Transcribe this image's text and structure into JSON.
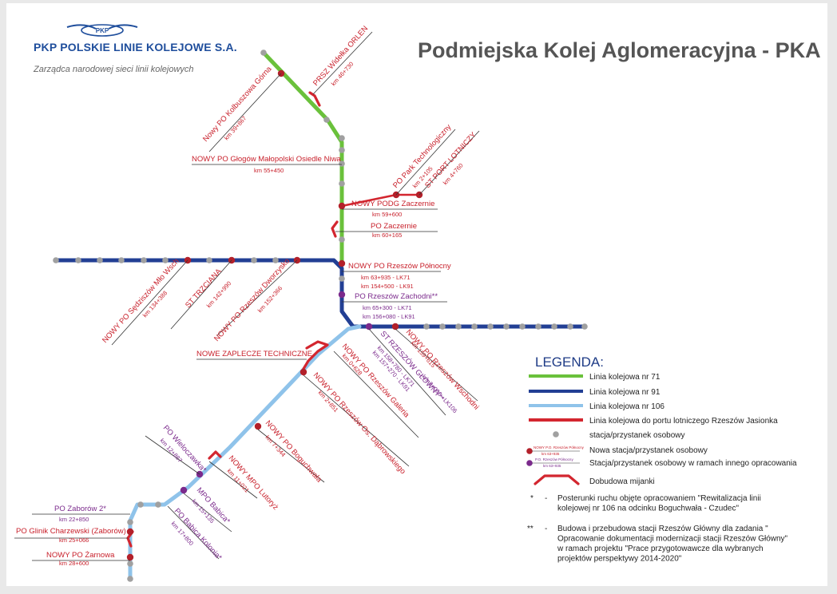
{
  "header": {
    "company": "PKP POLSKIE LINIE KOLEJOWE S.A.",
    "subtitle": "Zarządca narodowej sieci linii kolejowych",
    "logo_text": "PKP",
    "map_title": "Podmiejska Kolej Aglomeracyjna - PKA"
  },
  "colors": {
    "line71": "#6ac13b",
    "line91": "#223f94",
    "line106": "#8fc3ea",
    "airport": "#d3262f",
    "station_gray": "#a0a0a0",
    "station_new": "#b3202a",
    "station_other": "#7b2a8c",
    "label_red": "#c8202b",
    "label_purple": "#7b2a8c",
    "leader": "#333333"
  },
  "labels": [
    {
      "id": "kolbuszowa",
      "name": "Nowy PO Kolbuszowa Górna",
      "km": "km 39+867",
      "color": "red"
    },
    {
      "id": "widelka",
      "name": "PRSZ Widełka ORLEN",
      "km": "km 46+730",
      "color": "red"
    },
    {
      "id": "glogow",
      "name": "NOWY PO Głogów Małopolski Osiedle Niwa",
      "km": "km 55+450",
      "color": "red"
    },
    {
      "id": "park",
      "name": "PO Park Technologiczny",
      "km": "km 2+105",
      "color": "red"
    },
    {
      "id": "port",
      "name": "ST PORT LOTNICZY",
      "km": "km 4+760",
      "color": "red"
    },
    {
      "id": "podg",
      "name": "NOWY PODG Zaczernie",
      "km": "km 59+600",
      "color": "red"
    },
    {
      "id": "zaczernie",
      "name": "PO Zaczernie",
      "km": "km 60+165",
      "color": "red"
    },
    {
      "id": "polnocny",
      "name": "NOWY PO Rzeszów Północny",
      "km": "km 63+935 - LK71",
      "km2": "km 154+500 - LK91",
      "color": "red"
    },
    {
      "id": "zachodni",
      "name": "PO Rzeszów Zachodni**",
      "km": "km 65+300 - LK71",
      "km2": "km 156+080 - LK91",
      "color": "purple"
    },
    {
      "id": "sedziszow",
      "name": "NOWY PO Sędziszów Mło Wsch",
      "km": "km 134+388",
      "color": "red"
    },
    {
      "id": "trzciana",
      "name": "ST TRZCIANA",
      "km": "km 142+990",
      "color": "red"
    },
    {
      "id": "dworzysko",
      "name": "NOWY PO Rzeszów Dworzysko",
      "km": "km 152+366",
      "color": "red"
    },
    {
      "id": "zaplecze",
      "name": "NOWE ZAPLECZE TECHNICZNE",
      "km": "",
      "color": "red"
    },
    {
      "id": "glowny",
      "name": "ST RZESZÓW GŁÓWNY**",
      "km": "km 158+780 - LK71",
      "km2": "km 157+270 - LK91",
      "km3": "km 0+000 - LK106",
      "color": "purple"
    },
    {
      "id": "wschodni",
      "name": "NOWY PO Rzeszów Wschodni",
      "km": "km 159+615",
      "color": "red"
    },
    {
      "id": "galeria",
      "name": "NOWY PO Rzeszów Galeria",
      "km": "km 0+628",
      "color": "red"
    },
    {
      "id": "dabrowskiego",
      "name": "NOWY PO Rzeszów Os. Dąbrowskiego",
      "km": "km 2+851",
      "color": "red"
    },
    {
      "id": "boguchwala",
      "name": "NOWY PO Boguchwała",
      "km": "km 7+344",
      "color": "red"
    },
    {
      "id": "wieloczawka",
      "name": "PO Wieloczawka*",
      "km": "km 12+887",
      "color": "purple"
    },
    {
      "id": "lutoryz",
      "name": "NOWY MPO Lutoryż",
      "km": "km 11+021",
      "color": "red"
    },
    {
      "id": "babica",
      "name": "MPO Babica*",
      "km": "km 15+135",
      "color": "purple"
    },
    {
      "id": "kolonia",
      "name": "PO Babica Kolonia*",
      "km": "km 17+800",
      "color": "purple"
    },
    {
      "id": "zaborow",
      "name": "PO Zaborów 2*",
      "km": "km 22+850",
      "color": "purple"
    },
    {
      "id": "glinik",
      "name": "PO Glinik Charzewski (Zaborów)",
      "km": "km 25+066",
      "color": "red"
    },
    {
      "id": "zarnowa",
      "name": "NOWY PO Żarnowa",
      "km": "km 28+600",
      "color": "red"
    }
  ],
  "legend": {
    "title": "LEGENDA:",
    "items": [
      {
        "id": "l71",
        "label": "Linia kolejowa nr 71"
      },
      {
        "id": "l91",
        "label": "Linia kolejowa nr 91"
      },
      {
        "id": "l106",
        "label": "Linia kolejowa nr 106"
      },
      {
        "id": "lair",
        "label": "Linia kolejowa do portu lotniczego Rzeszów Jasionka"
      },
      {
        "id": "sgray",
        "label": "stacja/przystanek osobowy"
      },
      {
        "id": "snew",
        "label": "Nowa stacja/przystanek osobowy",
        "mini": "NOWY P.O. Rzeszów Północny",
        "mini_km": "km 63+935"
      },
      {
        "id": "sother",
        "label": "Stacja/przystanek osobowy w ramach innego opracowania",
        "mini": "P.O. Rzeszów Północny",
        "mini_km": "km 63+935"
      },
      {
        "id": "mijanka",
        "label": "Dobudowa mijanki"
      }
    ],
    "notes": [
      {
        "mark": "*",
        "dash": "-",
        "lines": [
          "Posterunki ruchu objęte opracowaniem \"Rewitalizacja linii",
          "kolejowej nr 106 na odcinku Boguchwała - Czudec\""
        ]
      },
      {
        "mark": "**",
        "dash": "-",
        "lines": [
          "Budowa i przebudowa stacji Rzeszów Główny dla zadania \"",
          "Opracowanie dokumentacji modernizacji stacji Rzeszów Główny\"",
          "w ramach projektu \"Prace przygotowawcze dla wybranych",
          "projektów perspektywy 2014-2020\""
        ]
      }
    ]
  }
}
